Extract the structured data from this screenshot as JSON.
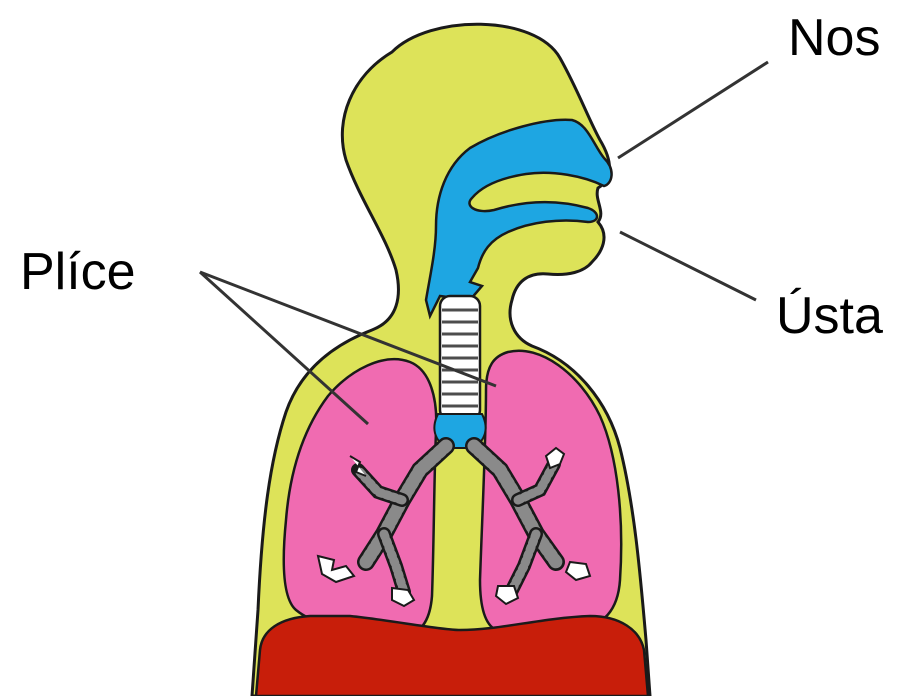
{
  "labels": {
    "nose": "Nos",
    "mouth": "Ústa",
    "lungs": "Plíce"
  },
  "colors": {
    "body": "#DDE359",
    "airway": "#1EA6E2",
    "lungs": "#F06BB1",
    "diaphragm": "#C81E0A",
    "outline": "#1a1a1a",
    "bronchi_rings": "#7a7a7a",
    "text": "#000000"
  }
}
